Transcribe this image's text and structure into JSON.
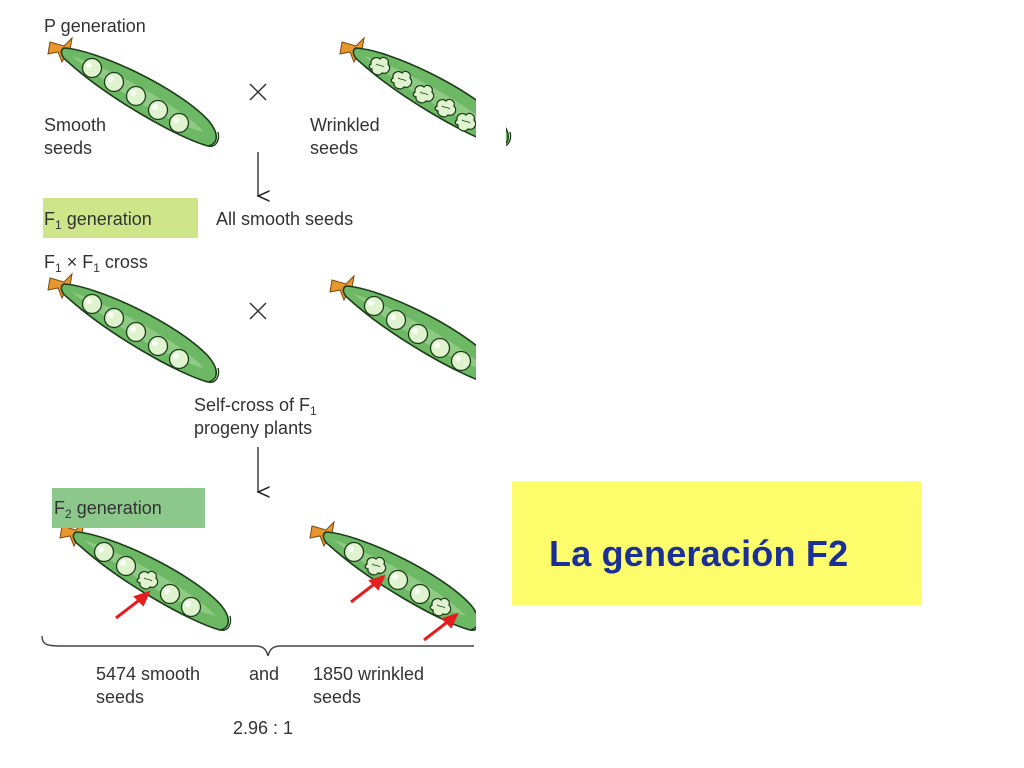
{
  "p_generation": {
    "title": "P generation",
    "left_label_1": "Smooth",
    "left_label_2": "seeds",
    "right_label_1": "Wrinkled",
    "right_label_2": "seeds",
    "cross_symbol": "×"
  },
  "f1": {
    "box_label_prefix": "F",
    "box_label_sub": "1",
    "box_label_suffix": " generation",
    "result": "All smooth seeds"
  },
  "f1_cross": {
    "a": "F",
    "a_sub": "1",
    "times": " × ",
    "b": "F",
    "b_sub": "1",
    "suffix": " cross",
    "cross_symbol": "×"
  },
  "self_cross": {
    "line1_prefix": "Self-cross of F",
    "line1_sub": "1",
    "line2": "progeny plants"
  },
  "f2": {
    "box_label_prefix": "F",
    "box_label_sub": "2",
    "box_label_suffix": " generation",
    "smooth_line1": "5474 smooth",
    "smooth_line2": "seeds",
    "and": "and",
    "wrinkled_line1": "1850 wrinkled",
    "wrinkled_line2": "seeds",
    "ratio": "2.96 : 1"
  },
  "callout": {
    "text": "La generación F2",
    "bg_color": "#fdfd6b",
    "text_color": "#1a2f98"
  },
  "colors": {
    "f1_box": "#cfe58a",
    "f2_box": "#8cc88c",
    "pod_green": "#6db864",
    "pea": "#d8f0c4",
    "stem": "#e8962e",
    "arrow_red": "#e41e1e"
  },
  "icons": [
    "pea-pod-icon",
    "cross-icon",
    "down-arrow-icon",
    "red-arrow-icon",
    "brace-icon"
  ]
}
